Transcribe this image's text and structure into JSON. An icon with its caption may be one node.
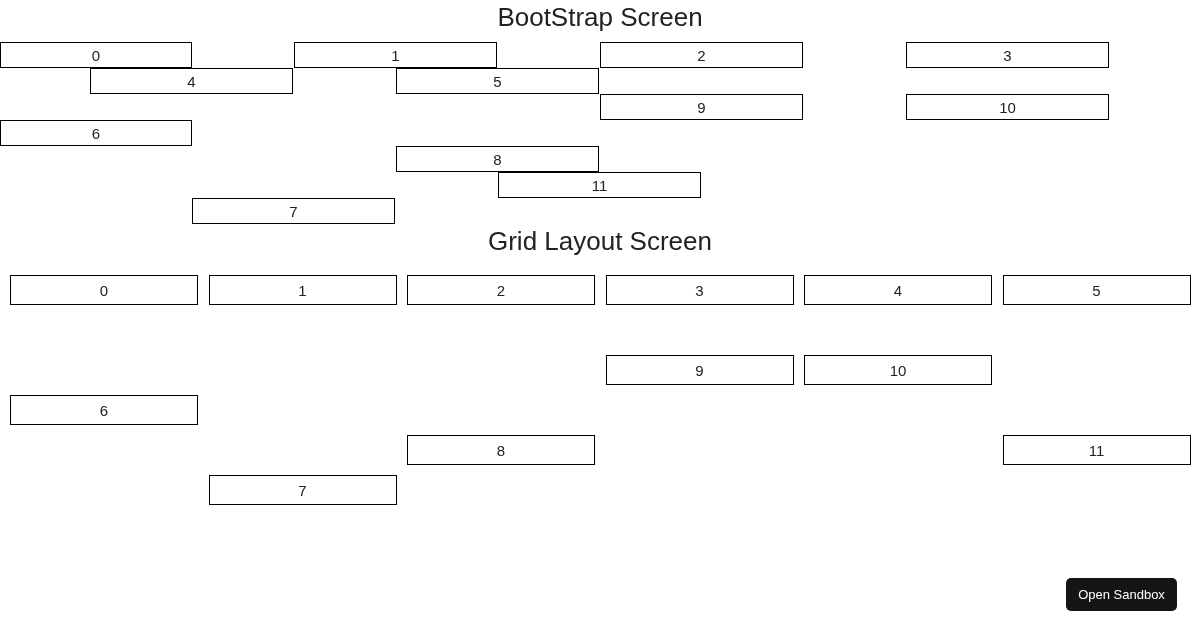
{
  "diagram": {
    "nodes": [
      {
        "text": [
          "0"
        ]
      },
      {
        "text": [
          "1"
        ]
      },
      {
        "text": [
          "2"
        ]
      },
      {
        "text": [
          "3"
        ]
      },
      {
        "text": [
          "4"
        ]
      },
      {
        "text": [
          "5"
        ]
      },
      {
        "text": [
          "9"
        ]
      },
      {
        "text": [
          "10"
        ]
      },
      {
        "text": [
          "6"
        ]
      },
      {
        "text": [
          "8"
        ]
      },
      {
        "text": [
          "11"
        ]
      },
      {
        "text": [
          "7"
        ]
      },
      {
        "text": [
          "0"
        ]
      },
      {
        "text": [
          "1"
        ]
      },
      {
        "text": [
          "2"
        ]
      },
      {
        "text": [
          "3"
        ]
      },
      {
        "text": [
          "4"
        ]
      },
      {
        "text": [
          "5"
        ]
      },
      {
        "text": [
          "9"
        ]
      },
      {
        "text": [
          "10"
        ]
      },
      {
        "text": [
          "6"
        ]
      },
      {
        "text": [
          "8"
        ]
      },
      {
        "text": [
          "11"
        ]
      },
      {
        "text": [
          "7"
        ]
      }
    ],
    "labels": [
      "BootStrap Screen",
      "Grid Layout Screen",
      "Open Sandbox"
    ]
  }
}
